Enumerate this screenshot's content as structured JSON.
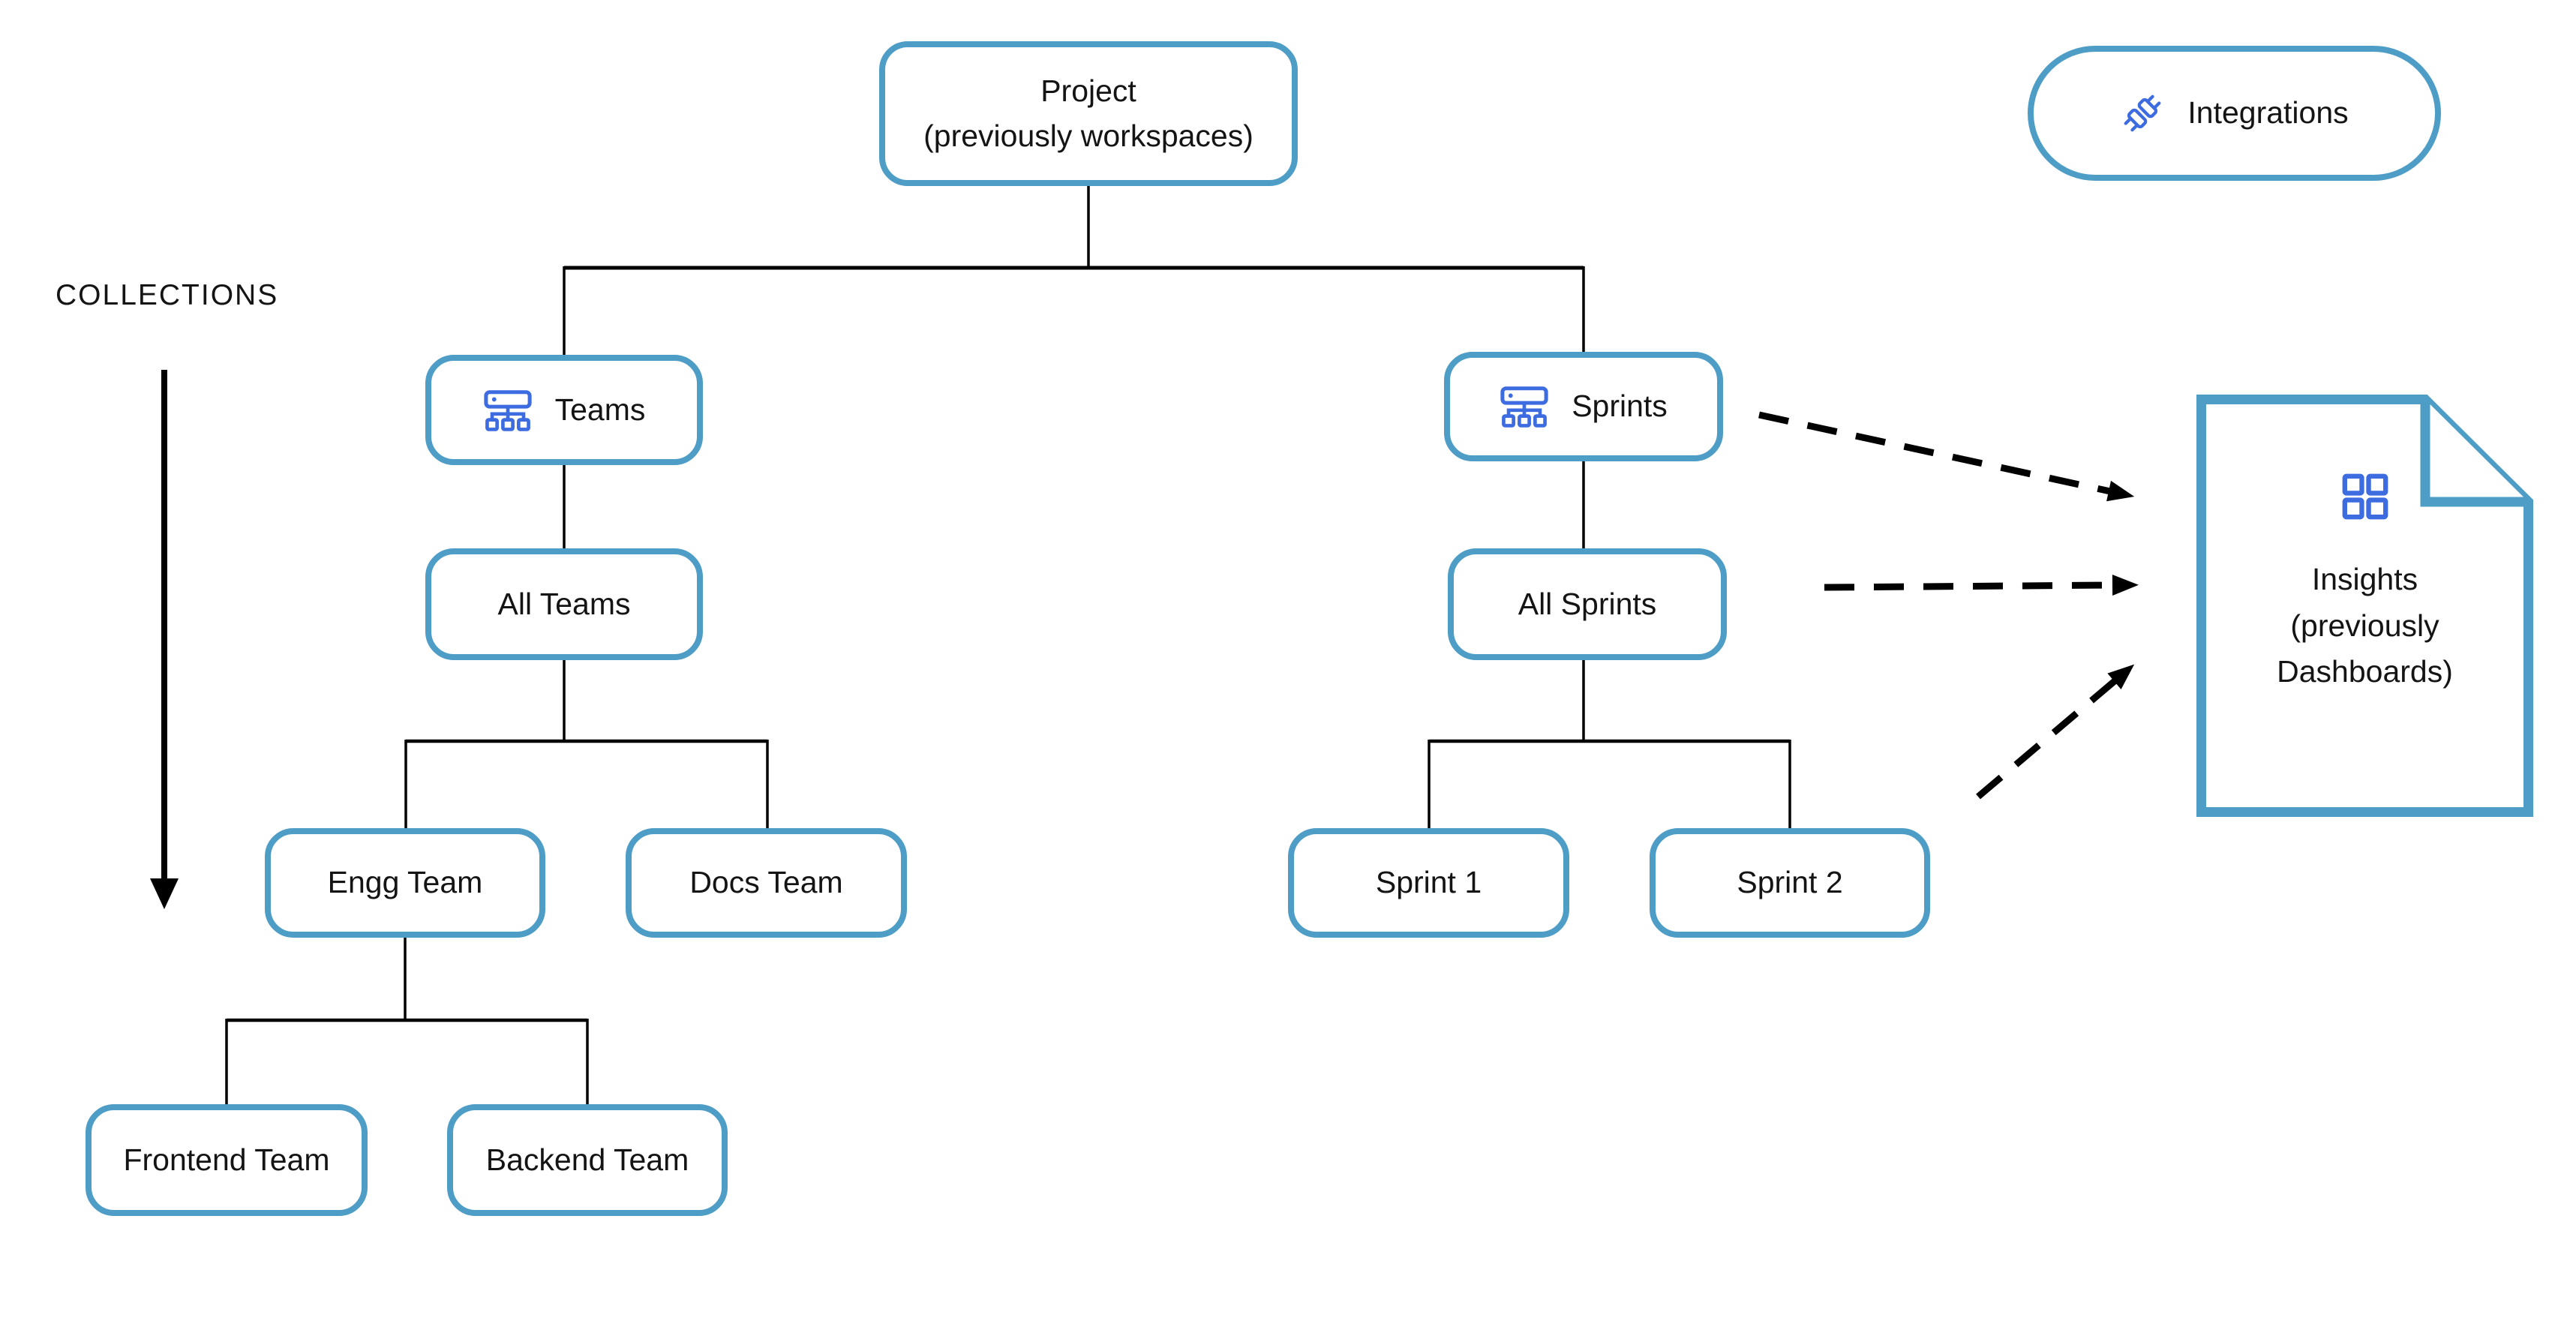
{
  "colors": {
    "box_border": "#4E9DC6",
    "icon_blue": "#3D6BE0",
    "line_black": "#000000",
    "text": "#141414",
    "background": "#FFFFFF"
  },
  "collections": {
    "label": "COLLECTIONS"
  },
  "nodes": {
    "project": {
      "text": "Project\n(previously workspaces)"
    },
    "teams": {
      "label": "Teams",
      "icon": "sitemap-icon"
    },
    "all_teams": {
      "label": "All Teams"
    },
    "engg_team": {
      "label": "Engg Team"
    },
    "docs_team": {
      "label": "Docs Team"
    },
    "frontend_team": {
      "label": "Frontend Team"
    },
    "backend_team": {
      "label": "Backend Team"
    },
    "sprints": {
      "label": "Sprints",
      "icon": "sitemap-icon"
    },
    "all_sprints": {
      "label": "All Sprints"
    },
    "sprint_1": {
      "label": "Sprint 1"
    },
    "sprint_2": {
      "label": "Sprint 2"
    }
  },
  "integrations": {
    "label": "Integrations",
    "icon": "plugs-icon"
  },
  "insights": {
    "text": "Insights\n(previously\nDashboards)",
    "icon": "dashboard-grid-icon"
  }
}
